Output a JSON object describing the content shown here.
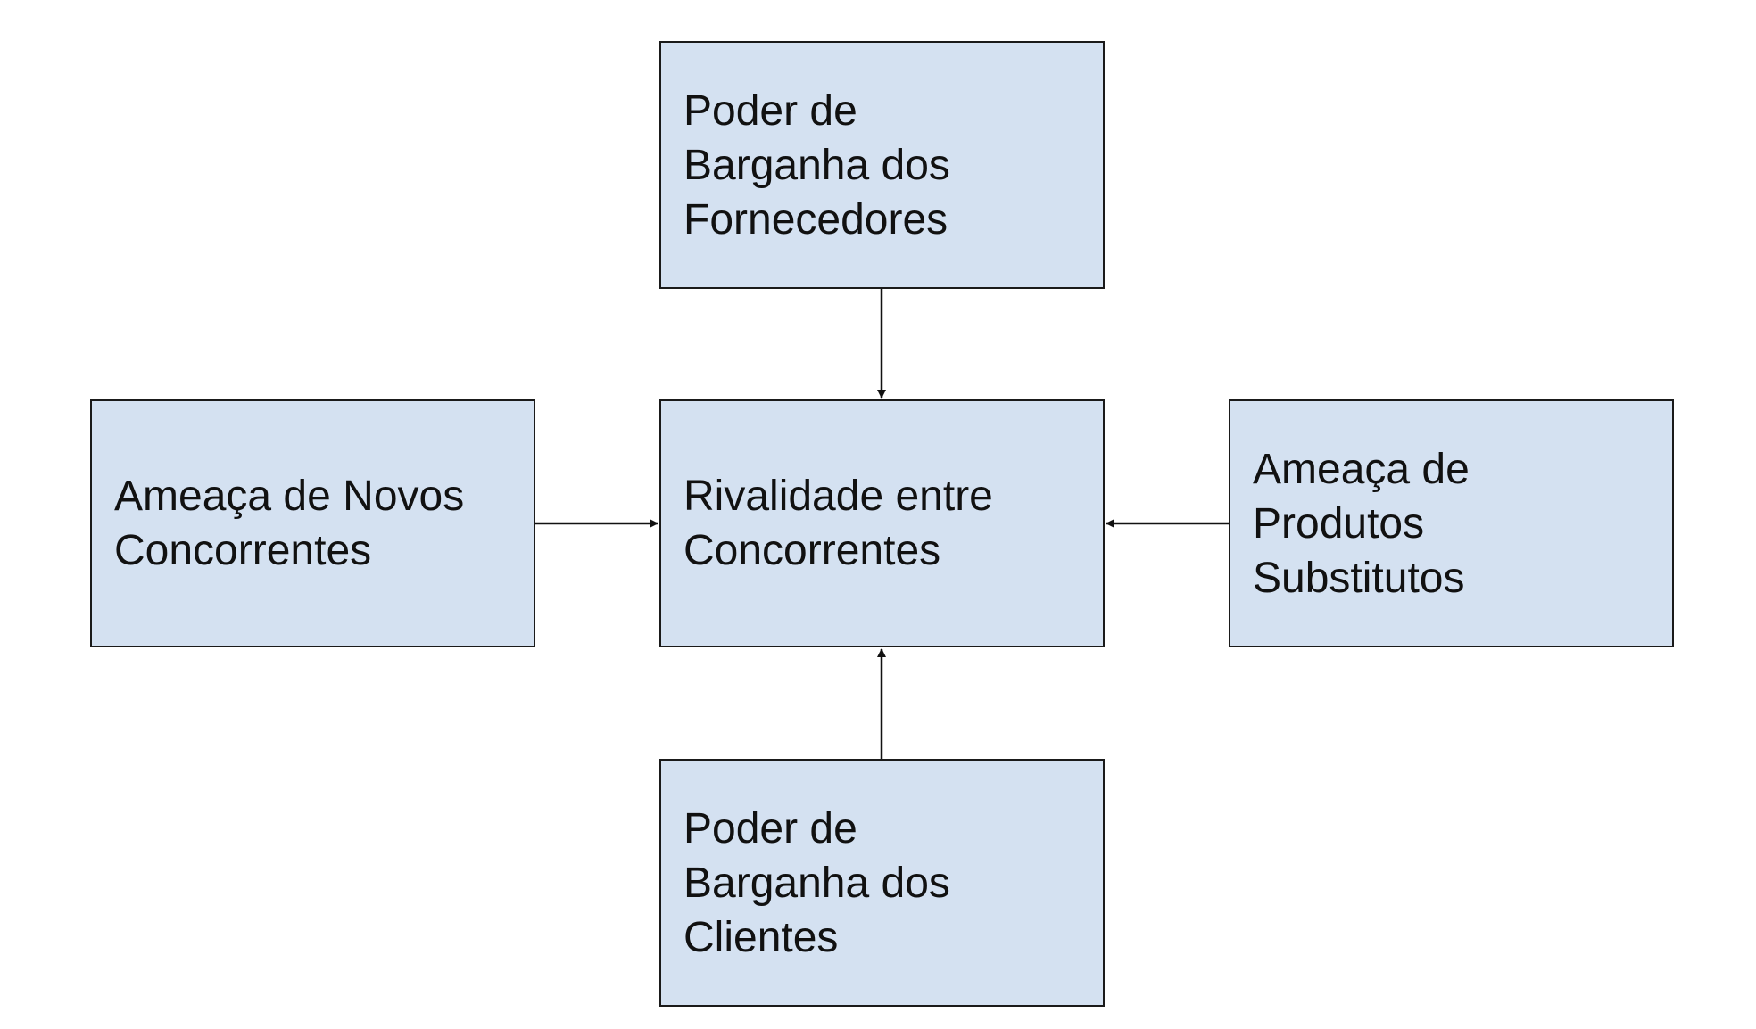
{
  "boxes": {
    "top": "Poder de\nBarganha dos\nFornecedores",
    "center": "Rivalidade entre\nConcorrentes",
    "left": "Ameaça de Novos\nConcorrentes",
    "right": "Ameaça de\nProdutos\nSubstitutos",
    "bottom": "Poder de\nBarganha dos\nClientes"
  },
  "colors": {
    "box_fill": "#d4e1f1",
    "box_border": "#1a1a1a",
    "arrow": "#111111"
  }
}
